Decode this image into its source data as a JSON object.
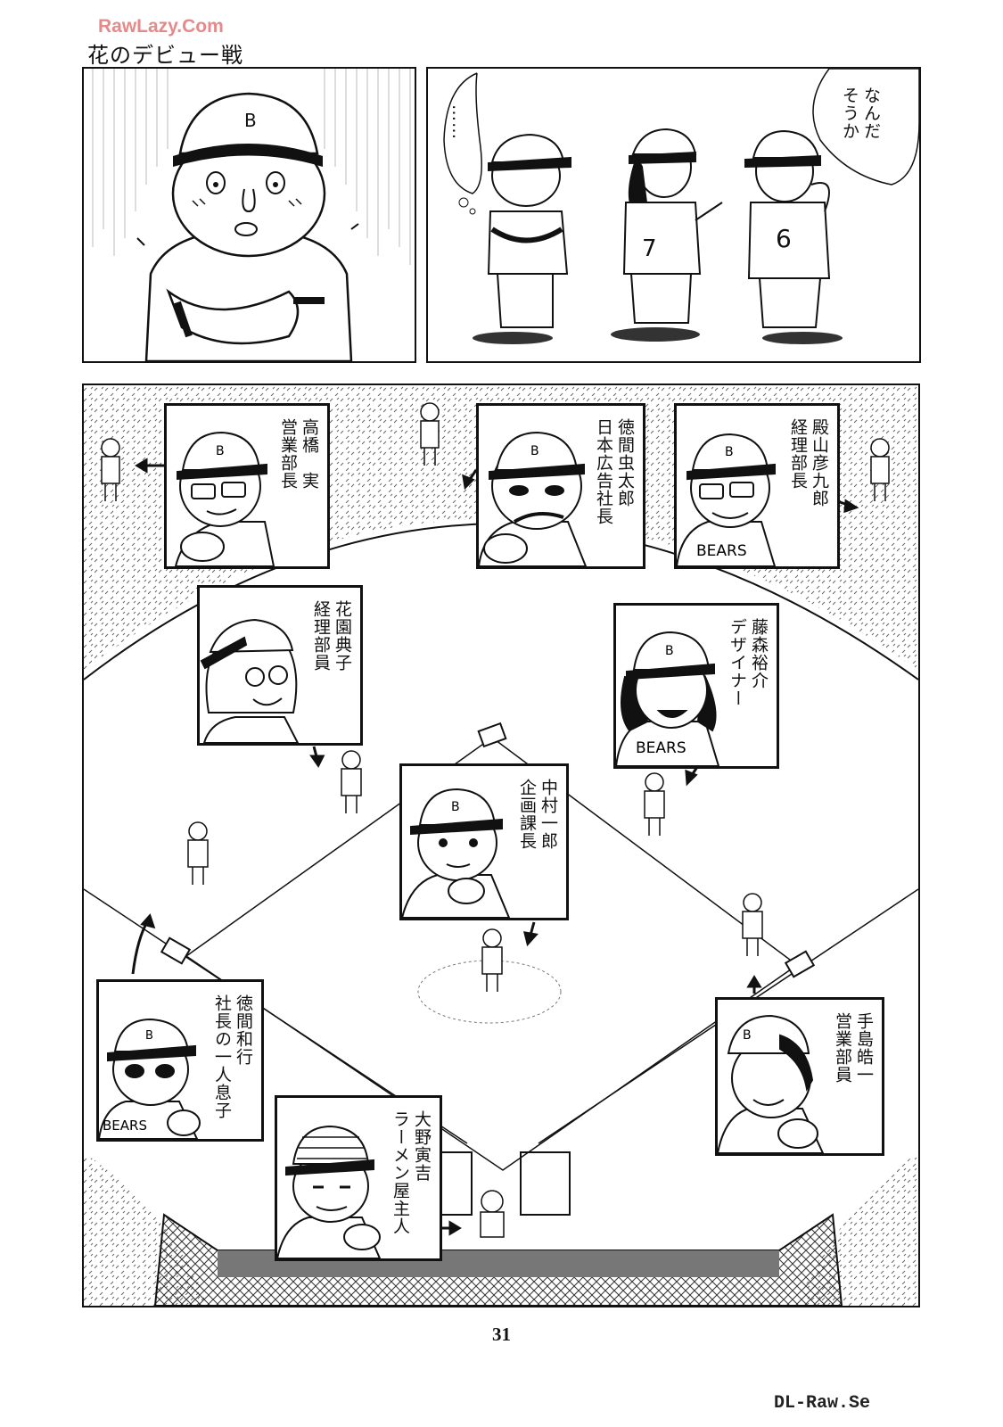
{
  "watermark_top": "RawLazy.Com",
  "chapter_title": "花のデビュー戦",
  "panel2": {
    "ellipsis": "……",
    "speech": [
      "なんだ",
      "そうか"
    ]
  },
  "players": [
    {
      "id": "takahashi",
      "lines": [
        "高橋　実",
        "営業部長"
      ]
    },
    {
      "id": "tokuma-mushitaro",
      "lines": [
        "徳間虫太郎",
        "日本広告社長"
      ]
    },
    {
      "id": "tonoyama",
      "lines": [
        "殿山彦九郎",
        "経理部長"
      ]
    },
    {
      "id": "hanazono",
      "lines": [
        "花園典子",
        "経理部員"
      ]
    },
    {
      "id": "fujimori",
      "lines": [
        "藤森裕介",
        "デザイナー"
      ]
    },
    {
      "id": "nakamura",
      "lines": [
        "中村一郎",
        "企画課長"
      ]
    },
    {
      "id": "tokuma-kazuyuki",
      "lines": [
        "徳間和行",
        "社長の一人息子"
      ]
    },
    {
      "id": "teshima",
      "lines": [
        "手島皓一",
        "営業部員"
      ]
    },
    {
      "id": "ono",
      "lines": [
        "大野寅吉",
        "ラーメン屋主人"
      ]
    }
  ],
  "jersey_text": "BEARS",
  "cap_letter": "B",
  "jersey_numbers": [
    "7",
    "6"
  ],
  "page_number": "31",
  "watermark_bottom": "DL-Raw.Se"
}
